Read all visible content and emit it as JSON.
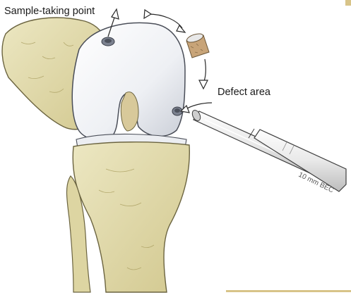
{
  "labels": {
    "sample_point": "Sample-taking point",
    "defect_area": "Defect area"
  },
  "instrument": {
    "engraving": "10 mm BEC"
  },
  "colors": {
    "bone": "#e6e0b4",
    "bone_shadow": "#c9bf86",
    "cartilage": "#f1f3f6",
    "cartilage_shadow": "#c8ccd4",
    "plug": "#c8a478",
    "instrument": "#f4f4f4",
    "accent_bar": "#d8c488"
  },
  "icons": [
    "arrow-icon",
    "curved-arrow-icon"
  ]
}
